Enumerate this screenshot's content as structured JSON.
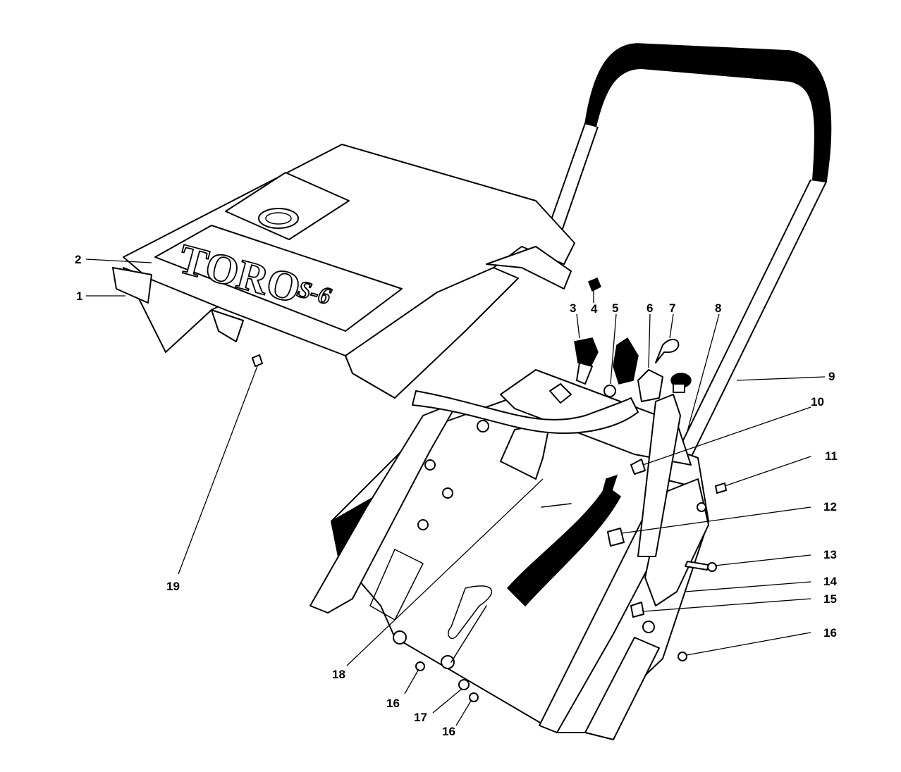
{
  "brand": {
    "logo_text": "TORO",
    "model_text": "S-6"
  },
  "callouts": [
    {
      "id": "1",
      "label": "1"
    },
    {
      "id": "2",
      "label": "2"
    },
    {
      "id": "3",
      "label": "3"
    },
    {
      "id": "4",
      "label": "4"
    },
    {
      "id": "5",
      "label": "5"
    },
    {
      "id": "6",
      "label": "6"
    },
    {
      "id": "7",
      "label": "7"
    },
    {
      "id": "8",
      "label": "8"
    },
    {
      "id": "9",
      "label": "9"
    },
    {
      "id": "10",
      "label": "10"
    },
    {
      "id": "11",
      "label": "11"
    },
    {
      "id": "12",
      "label": "12"
    },
    {
      "id": "13",
      "label": "13"
    },
    {
      "id": "14",
      "label": "14"
    },
    {
      "id": "15",
      "label": "15"
    },
    {
      "id": "16a",
      "label": "16"
    },
    {
      "id": "16b",
      "label": "16"
    },
    {
      "id": "16c",
      "label": "16"
    },
    {
      "id": "17",
      "label": "17"
    },
    {
      "id": "18",
      "label": "18"
    },
    {
      "id": "19",
      "label": "19"
    }
  ]
}
